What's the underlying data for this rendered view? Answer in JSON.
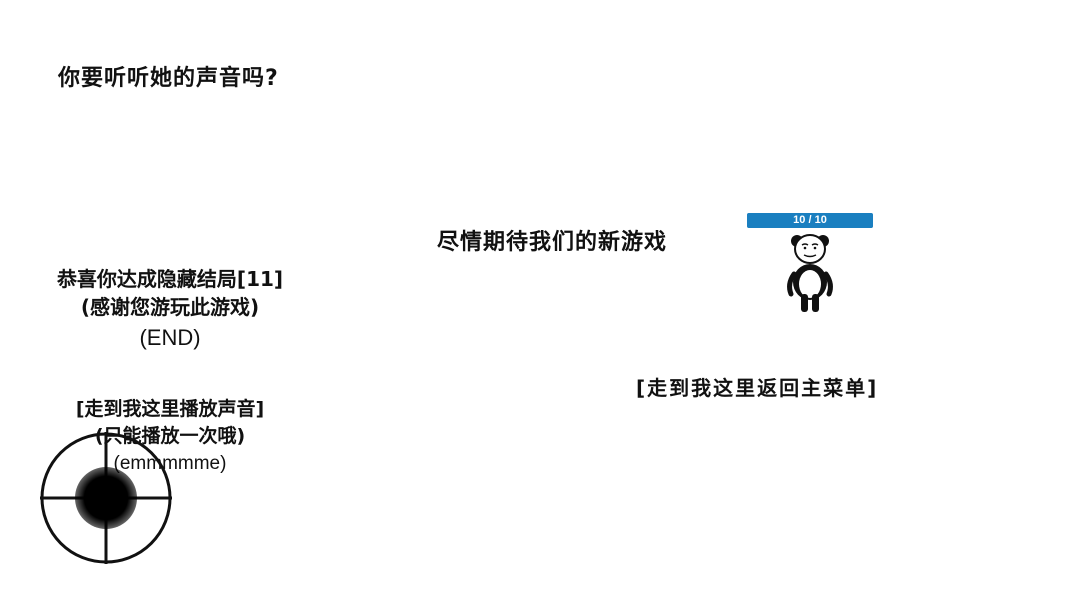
{
  "question": "你要听听她的声音吗?",
  "new_game_message": "尽情期待我们的新游戏",
  "ending": {
    "title": "恭喜你达成隐藏结局[11]",
    "thanks": "(感谢您游玩此游戏)",
    "end_label": "(END)"
  },
  "sound_prompt": {
    "line1": "[走到我这里播放声音]",
    "line2": "(只能播放一次哦)",
    "line3": "(emmmmme)"
  },
  "menu_prompt": "[走到我这里返回主菜单]",
  "player": {
    "hp_label": "10 / 10",
    "hp_fraction": 1.0,
    "hp_color": "#1a7fc0"
  },
  "icons": {
    "character": "panda-character-icon",
    "joystick": "crosshair-joystick-icon"
  }
}
